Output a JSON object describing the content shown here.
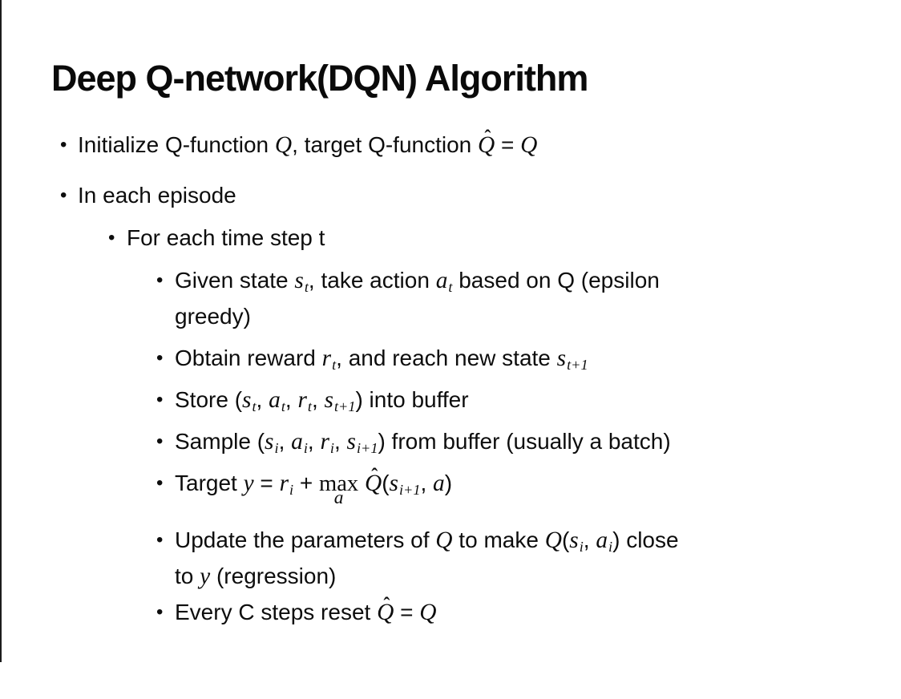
{
  "slide": {
    "title": "Deep Q-network(DQN) Algorithm",
    "bullet_char": "•",
    "hat_char": "ˆ",
    "text_color": "#0d0d0d",
    "background_color": "#ffffff",
    "bullets": [
      {
        "level": 1,
        "segments": [
          {
            "t": "Initialize Q-function "
          },
          {
            "t": "Q",
            "m": 1
          },
          {
            "t": ", target Q-function "
          },
          {
            "t": "Q",
            "m": 1,
            "hat": "ˆ"
          },
          {
            "t": " = "
          },
          {
            "t": "Q",
            "m": 1
          }
        ]
      },
      {
        "level": 1,
        "segments": [
          {
            "t": "In each episode"
          }
        ]
      },
      {
        "level": 2,
        "segments": [
          {
            "t": "For each time step t"
          }
        ]
      },
      {
        "level": 3,
        "segments": [
          {
            "t": "Given state "
          },
          {
            "t": "s",
            "m": 1,
            "sub": "t"
          },
          {
            "t": ", take action "
          },
          {
            "t": "a",
            "m": 1,
            "sub": "t"
          },
          {
            "t": " based on Q (epsilon"
          },
          {
            "br": true
          },
          {
            "t": "greedy)"
          }
        ]
      },
      {
        "level": 3,
        "segments": [
          {
            "t": "Obtain reward "
          },
          {
            "t": "r",
            "m": 1,
            "sub": "t"
          },
          {
            "t": ", and reach new state "
          },
          {
            "t": "s",
            "m": 1,
            "sub": "t+1"
          }
        ]
      },
      {
        "level": 3,
        "segments": [
          {
            "t": "Store ("
          },
          {
            "t": "s",
            "m": 1,
            "sub": "t"
          },
          {
            "t": ", "
          },
          {
            "t": "a",
            "m": 1,
            "sub": "t"
          },
          {
            "t": ", "
          },
          {
            "t": "r",
            "m": 1,
            "sub": "t"
          },
          {
            "t": ", "
          },
          {
            "t": "s",
            "m": 1,
            "sub": "t+1"
          },
          {
            "t": ") into buffer"
          }
        ]
      },
      {
        "level": 3,
        "segments": [
          {
            "t": "Sample ("
          },
          {
            "t": "s",
            "m": 1,
            "sub": "i"
          },
          {
            "t": ", "
          },
          {
            "t": "a",
            "m": 1,
            "sub": "i"
          },
          {
            "t": ", "
          },
          {
            "t": "r",
            "m": 1,
            "sub": "i"
          },
          {
            "t": ", "
          },
          {
            "t": "s",
            "m": 1,
            "sub": "i+1"
          },
          {
            "t": ") from buffer (usually a batch)"
          }
        ]
      },
      {
        "level": 3,
        "segments": [
          {
            "t": "Target "
          },
          {
            "t": "y",
            "m": 1
          },
          {
            "t": " = "
          },
          {
            "t": "r",
            "m": 1,
            "sub": "i"
          },
          {
            "t": " + "
          },
          {
            "t": "max",
            "max": "a"
          },
          {
            "t": " "
          },
          {
            "t": "Q",
            "m": 1,
            "hat": "ˆ"
          },
          {
            "t": "("
          },
          {
            "t": "s",
            "m": 1,
            "sub": "i+1"
          },
          {
            "t": ", "
          },
          {
            "t": "a",
            "m": 1
          },
          {
            "t": ")"
          }
        ]
      },
      {
        "level": 3,
        "segments": [
          {
            "t": "Update the parameters of "
          },
          {
            "t": "Q",
            "m": 1
          },
          {
            "t": " to make "
          },
          {
            "t": "Q",
            "m": 1
          },
          {
            "t": "("
          },
          {
            "t": "s",
            "m": 1,
            "sub": "i"
          },
          {
            "t": ", "
          },
          {
            "t": "a",
            "m": 1,
            "sub": "i"
          },
          {
            "t": ") close"
          },
          {
            "br": true
          },
          {
            "t": "to "
          },
          {
            "t": "y",
            "m": 1
          },
          {
            "t": " (regression)"
          }
        ]
      },
      {
        "level": 3,
        "segments": [
          {
            "t": "Every C steps reset "
          },
          {
            "t": "Q",
            "m": 1,
            "hat": "ˆ"
          },
          {
            "t": " = "
          },
          {
            "t": "Q",
            "m": 1
          }
        ]
      }
    ]
  }
}
